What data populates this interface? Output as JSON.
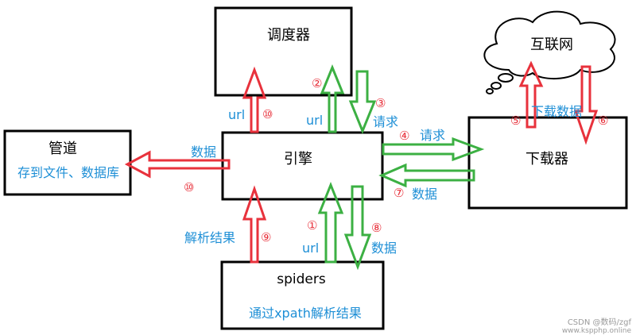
{
  "nodes": {
    "scheduler": "调度器",
    "pipeline": "管道",
    "pipeline_note": "存到文件、数据库",
    "engine": "引擎",
    "downloader": "下载器",
    "internet": "互联网",
    "spiders": "spiders",
    "spiders_note": "通过xpath解析结果"
  },
  "labels": {
    "url_10": "url",
    "url_2": "url",
    "req_3": "请求",
    "req_4": "请求",
    "data_pipe": "数据",
    "data_7": "数据",
    "download_data": "下载数据",
    "parse_result": "解析结果",
    "url_1": "url",
    "data_8": "数据"
  },
  "steps": {
    "n1": "①",
    "n2": "②",
    "n3": "③",
    "n4": "④",
    "n5": "⑤",
    "n6": "⑥",
    "n7": "⑦",
    "n8": "⑧",
    "n9": "⑨",
    "n10a": "⑩",
    "n10b": "⑩"
  },
  "watermark": "CSDN @数码/zgf",
  "watermark2": "www.kspphp.online",
  "colors": {
    "red": "#e8323c",
    "green": "#3cb043",
    "blue": "#1e8fd6",
    "step_red": "#e8323c",
    "black": "#000000"
  }
}
